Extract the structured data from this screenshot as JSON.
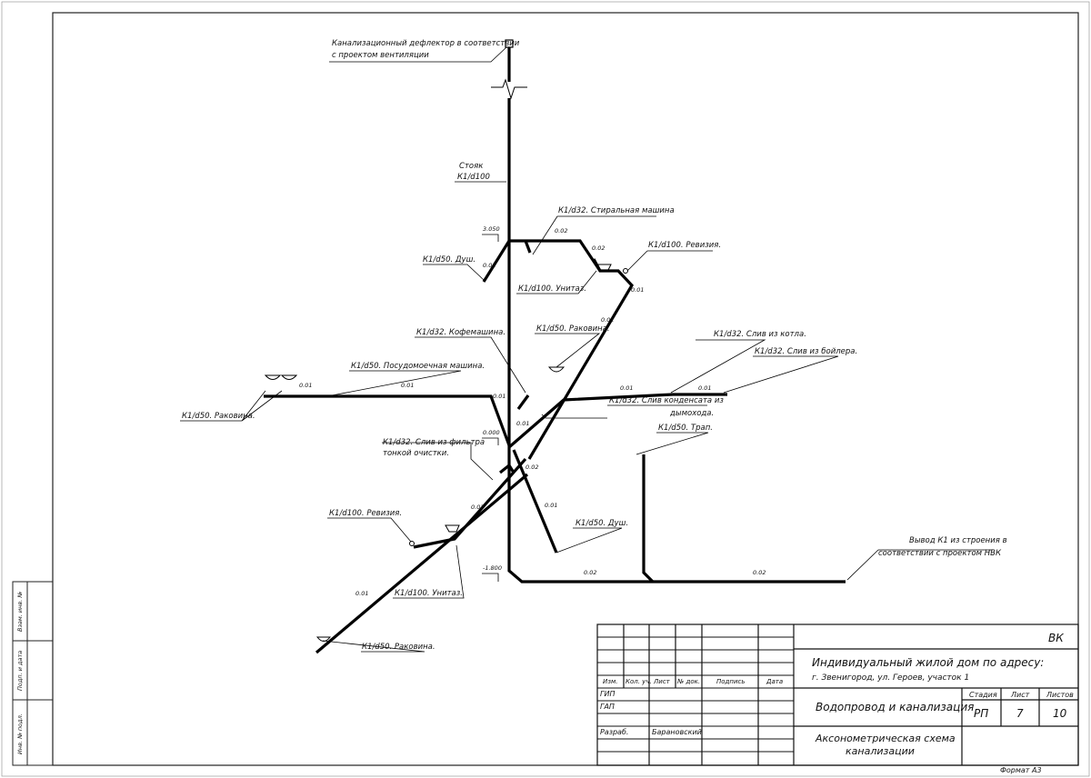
{
  "labels": {
    "deflector_1": "Канализационный дефлектор в соответствии",
    "deflector_2": "с проектом вентиляции",
    "riser_1": "Стояк",
    "riser_2": "К1/d100",
    "wash_machine": "К1/d32. Стиральная машина",
    "revision_top": "К1/d100. Ревизия.",
    "shower_top": "К1/d50. Душ.",
    "toilet_top": "К1/d100. Унитаз.",
    "sink_mid": "К1/d50. Раковина.",
    "coffee": "К1/d32. Кофемашина.",
    "dishwasher": "К1/d50. Посудомоечная машина.",
    "sink_left": "К1/d50. Раковина.",
    "boiler_drain": "К1/d32. Слив из котла.",
    "boiler_tank": "К1/d32. Слив из бойлера.",
    "condensate_1": "К1/d32. Слив конденсата из",
    "condensate_2": "дымохода.",
    "filter_1": "К1/d32. Слив из фильтра",
    "filter_2": "тонкой очистки.",
    "floor_drain": "К1/d50. Трап.",
    "revision_low": "К1/d100. Ревизия.",
    "shower_low": "К1/d50. Душ.",
    "toilet_low": "К1/d100. Унитаз.",
    "sink_low": "К1/d50. Раковина.",
    "outlet_1": "Вывод К1 из строения в",
    "outlet_2": "соответствии с проектом НВК"
  },
  "levels": {
    "top": "3.050",
    "zero": "0.000",
    "bottom": "-1.800"
  },
  "slopes": {
    "s002": "0.02",
    "s001": "0.01"
  },
  "title_block": {
    "code": "ВК",
    "project_1": "Индивидуальный жилой дом по адресу:",
    "project_2": "г. Звенигород, ул. Героев, участок 1",
    "cols": [
      "Изм.",
      "Кол. уч.",
      "Лист",
      "№ док.",
      "Подпись",
      "Дата"
    ],
    "roles": [
      "ГИП",
      "ГАП",
      "Разраб."
    ],
    "developer": "Барановский",
    "section": "Водопровод и канализация",
    "stage_h": "Стадия",
    "sheet_h": "Лист",
    "sheets_h": "Листов",
    "stage": "РП",
    "sheet": "7",
    "sheets": "10",
    "drawing_1": "Аксонометрическая схема",
    "drawing_2": "канализации"
  },
  "side_stamp": [
    "Взам. инв. №",
    "Подп. и дата",
    "Инв. № подл."
  ],
  "format": "Формат А3"
}
